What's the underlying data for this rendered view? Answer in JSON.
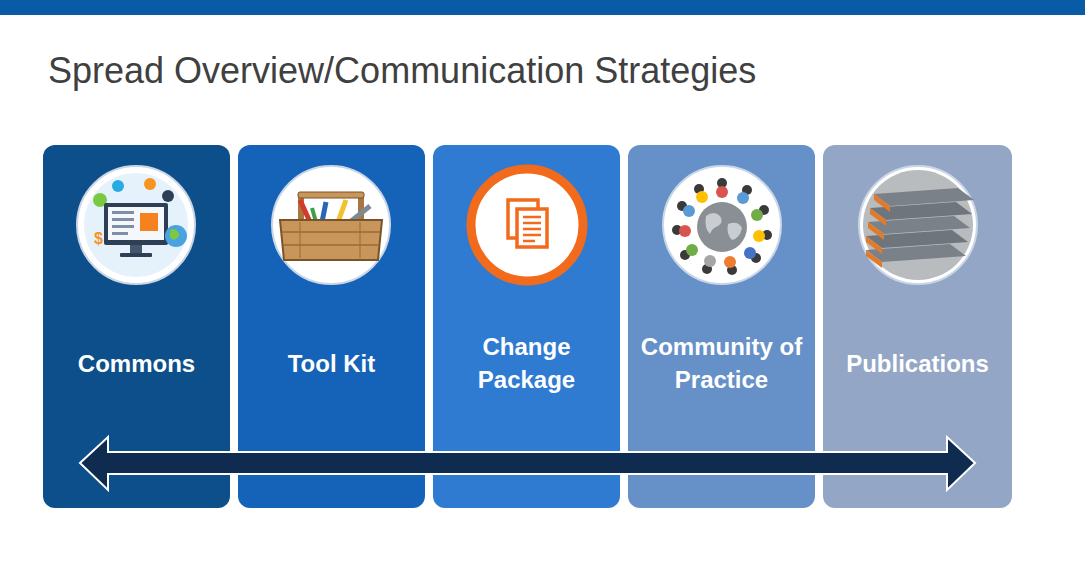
{
  "diagram": {
    "title": "Spread Overview/Communication Strategies",
    "nodes": [
      {
        "text": [
          "Commons"
        ]
      },
      {
        "text": [
          "Tool Kit"
        ]
      },
      {
        "text": [
          "Change Package"
        ]
      },
      {
        "text": [
          "Community of Practice"
        ]
      },
      {
        "text": [
          "Publications"
        ]
      }
    ]
  }
}
